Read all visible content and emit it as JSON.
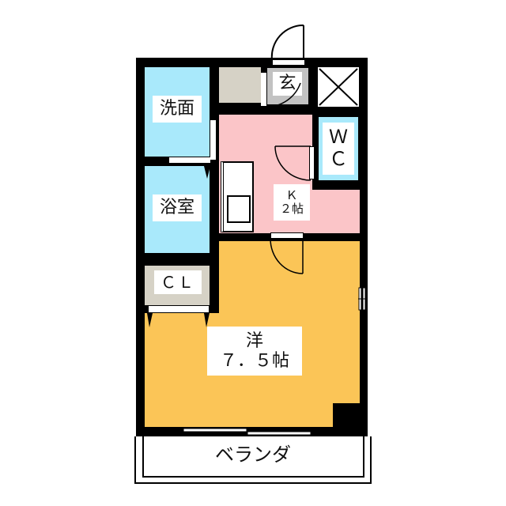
{
  "floorplan": {
    "rooms": {
      "washroom": {
        "label": "洗面",
        "color": "#a9e9fb"
      },
      "bathroom": {
        "label": "浴室",
        "color": "#a9e9fb"
      },
      "closet": {
        "label": "ＣＬ",
        "color": "#d6d2c6"
      },
      "entrance": {
        "label": "玄",
        "color": "#c2c2c2"
      },
      "toilet": {
        "label": "Ｗ\nＣ",
        "color": "#a9e9fb"
      },
      "kitchen": {
        "label": "Ｋ\n２帖",
        "color": "#fbc5c8"
      },
      "western_room": {
        "label": "洋\n７．５帖",
        "color": "#fbc557"
      },
      "balcony": {
        "label": "ベランダ",
        "color": "#ffffff"
      },
      "storage": {
        "label": "",
        "color": "#d6d2c6"
      }
    },
    "icons": [
      "door-swing-icon",
      "shaft-cross-icon",
      "sink-icon",
      "sliding-window-icon"
    ]
  }
}
